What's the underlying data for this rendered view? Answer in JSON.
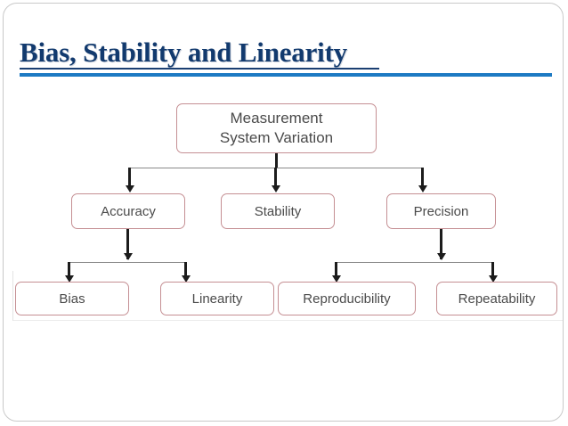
{
  "slide": {
    "title": "Bias, Stability and Linearity",
    "accent_color": "#1d7ac3",
    "title_color": "#123a6e",
    "node_border_color": "#c58f93",
    "node_text_color": "#4a4a4a",
    "connector_color": "#1c1c1c"
  },
  "diagram": {
    "type": "tree",
    "root": {
      "label": "Measurement\nSystem Variation"
    },
    "level2": [
      {
        "label": "Accuracy"
      },
      {
        "label": "Stability"
      },
      {
        "label": "Precision"
      }
    ],
    "level3": [
      {
        "label": "Bias",
        "parent": "Accuracy"
      },
      {
        "label": "Linearity",
        "parent": "Accuracy"
      },
      {
        "label": "Reproducibility",
        "parent": "Precision"
      },
      {
        "label": "Repeatability",
        "parent": "Precision"
      }
    ]
  }
}
